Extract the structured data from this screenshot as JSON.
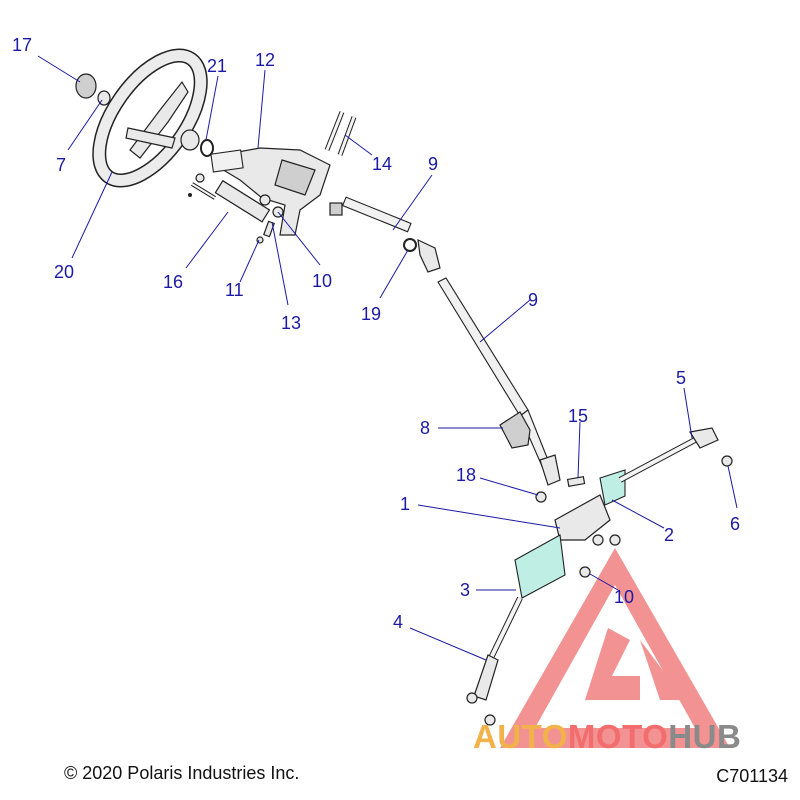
{
  "diagram": {
    "callouts": [
      {
        "id": "c17",
        "label": "17"
      },
      {
        "id": "c7",
        "label": "7"
      },
      {
        "id": "c20",
        "label": "20"
      },
      {
        "id": "c21",
        "label": "21"
      },
      {
        "id": "c12",
        "label": "12"
      },
      {
        "id": "c14",
        "label": "14"
      },
      {
        "id": "c9a",
        "label": "9"
      },
      {
        "id": "c16",
        "label": "16"
      },
      {
        "id": "c11",
        "label": "11"
      },
      {
        "id": "c13",
        "label": "13"
      },
      {
        "id": "c10a",
        "label": "10"
      },
      {
        "id": "c19",
        "label": "19"
      },
      {
        "id": "c9b",
        "label": "9"
      },
      {
        "id": "c8",
        "label": "8"
      },
      {
        "id": "c15",
        "label": "15"
      },
      {
        "id": "c18",
        "label": "18"
      },
      {
        "id": "c5",
        "label": "5"
      },
      {
        "id": "c1",
        "label": "1"
      },
      {
        "id": "c2",
        "label": "2"
      },
      {
        "id": "c6",
        "label": "6"
      },
      {
        "id": "c3",
        "label": "3"
      },
      {
        "id": "c10b",
        "label": "10"
      },
      {
        "id": "c4",
        "label": "4"
      }
    ]
  },
  "footer": {
    "copyright": "© 2020 Polaris Industries Inc.",
    "code": "C701134"
  },
  "watermark": {
    "part1": "AUTO",
    "part2": "MOTO",
    "part3": "HUB",
    "color1": "#f2b24a",
    "color2": "#f26d6d",
    "color3": "#8a8a8a",
    "logo_color": "#f08080"
  }
}
